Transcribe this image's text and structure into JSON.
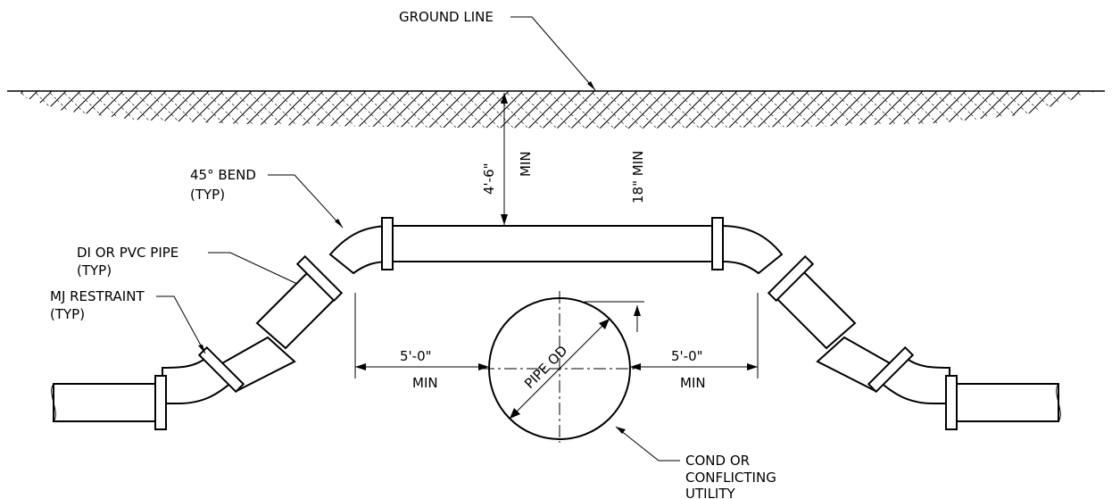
{
  "labels": {
    "ground_line": "GROUND LINE",
    "bend": "45° BEND",
    "bend_typ": "(TYP)",
    "pipe": "DI OR PVC PIPE",
    "pipe_typ": "(TYP)",
    "restraint": "MJ RESTRAINT",
    "restraint_typ": "(TYP)",
    "depth": "4'-6\"",
    "depth_min": "MIN",
    "clearance": "18\" MIN",
    "pipe_od": "PIPE OD",
    "left_offset": "5'-0\"",
    "left_min": "MIN",
    "right_offset": "5'-0\"",
    "right_min": "MIN",
    "utility_1": "COND OR",
    "utility_2": "CONFLICTING",
    "utility_3": "UTILITY"
  }
}
